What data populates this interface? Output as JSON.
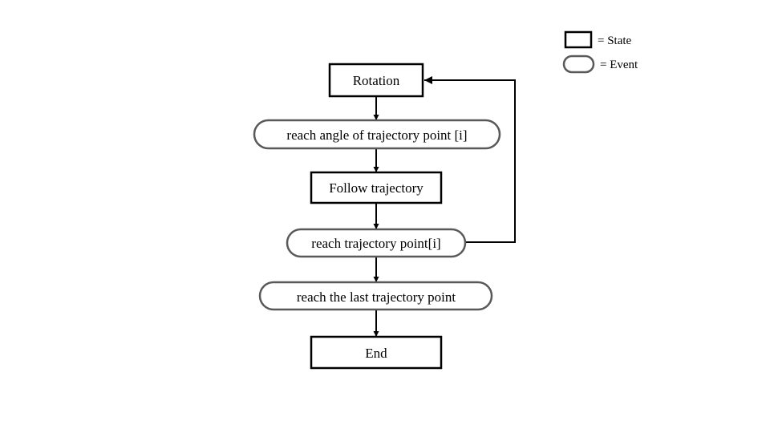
{
  "legend": {
    "state_label": "= State",
    "event_label": "= Event"
  },
  "nodes": {
    "rotation": "Rotation",
    "event_reach_angle": "reach angle of trajectory point [i]",
    "follow": "Follow trajectory",
    "event_reach_point": "reach trajectory point[i]",
    "event_reach_last": "reach the last trajectory point",
    "end": "End"
  },
  "colors": {
    "state_border": "#000000",
    "event_border": "#595959",
    "arrow": "#000000",
    "background": "#ffffff"
  }
}
